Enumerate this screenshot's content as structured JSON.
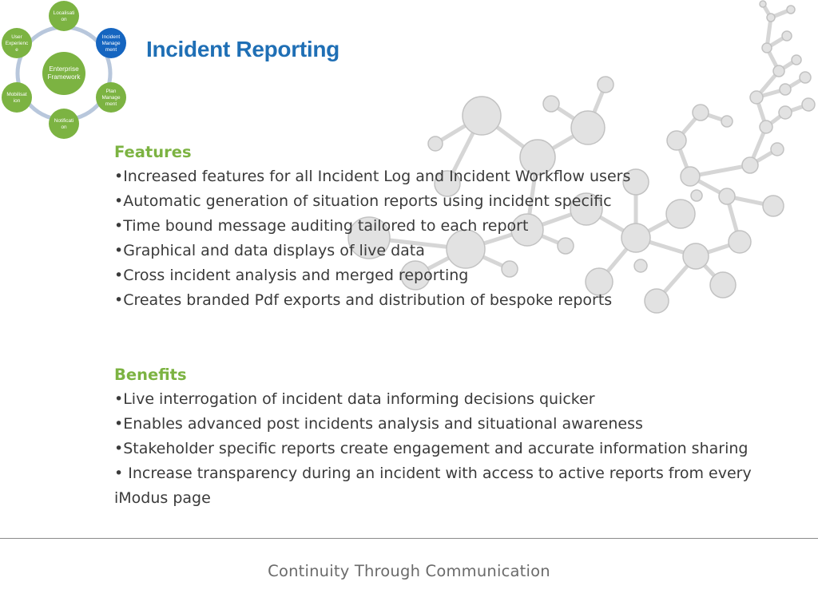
{
  "framework": {
    "center_line1": "Enterprise",
    "center_line2": "Framework",
    "nodes": [
      {
        "line1": "Localisati",
        "line2": "on",
        "line3": ""
      },
      {
        "line1": "Incident",
        "line2": "Manage",
        "line3": "ment"
      },
      {
        "line1": "Plan",
        "line2": "Manage",
        "line3": "ment"
      },
      {
        "line1": "Notificati",
        "line2": "on",
        "line3": ""
      },
      {
        "line1": "Mobilisat",
        "line2": "ion",
        "line3": ""
      },
      {
        "line1": "User",
        "line2": "Experienc",
        "line3": "e"
      }
    ],
    "colors": {
      "green": "#7cb342",
      "blue": "#1565c0",
      "ring": "#b8c7dc"
    }
  },
  "slide": {
    "title": "Incident Reporting",
    "features_heading": "Features",
    "features": [
      "•Increased features for all Incident Log and Incident Workflow users",
      "•Automatic generation of situation reports using incident specific",
      "•Time bound message auditing tailored to each report",
      "•Graphical and data displays of live data",
      "•Cross incident analysis and merged reporting",
      "•Creates branded Pdf exports and distribution of bespoke reports"
    ],
    "benefits_heading": "Benefits",
    "benefits": [
      "•Live interrogation of incident data informing decisions quicker",
      "•Enables advanced post incidents analysis and situational awareness",
      "•Stakeholder specific reports create engagement and accurate information sharing",
      "• Increase transparency during an incident with access to active reports from every iModus page"
    ],
    "footer": "Continuity Through Communication"
  },
  "colors": {
    "title": "#1f6fb5",
    "heading": "#7cb342",
    "body_text": "#3a3a3a",
    "footer_text": "#6b6b6b"
  }
}
